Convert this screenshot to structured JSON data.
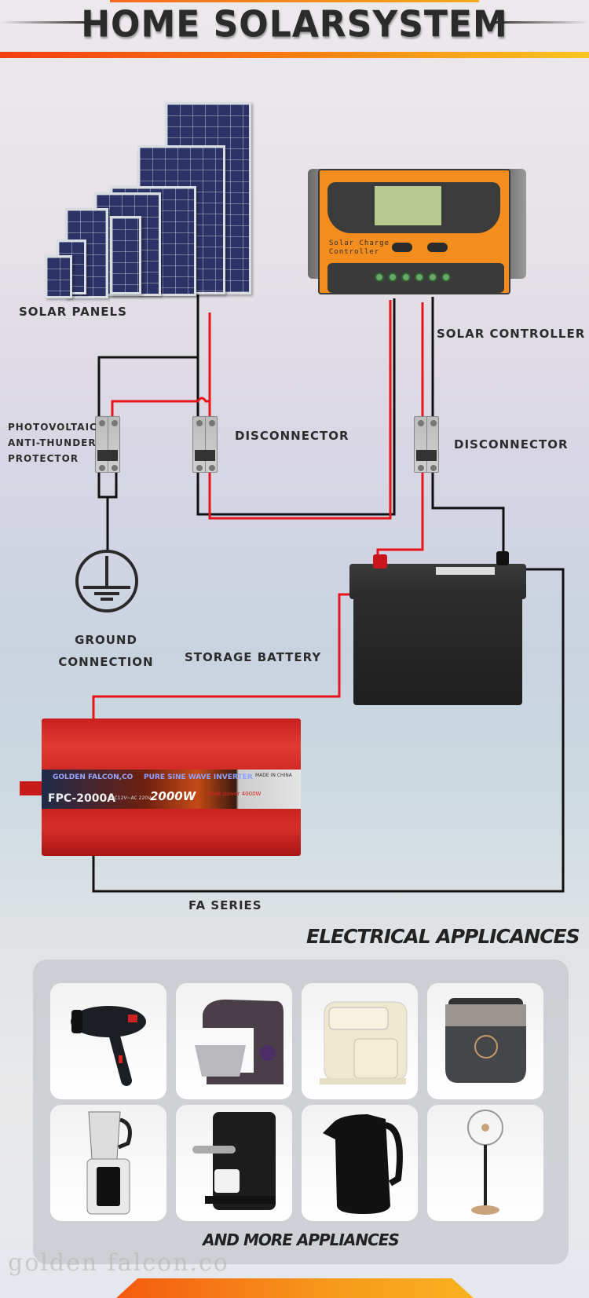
{
  "header": {
    "title": "HOME SOLARSYSTEM"
  },
  "diagram": {
    "labels": {
      "solar_panels": "SOLAR PANELS",
      "solar_controller": "SOLAR CONTROLLER",
      "protector": [
        "PHOTOVOLTAIC",
        "ANTI-THUNDER",
        "PROTECTOR"
      ],
      "disconnector_1": "DISCONNECTOR",
      "disconnector_2": "DISCONNECTOR",
      "ground": [
        "GROUND",
        "CONNECTION"
      ],
      "storage_battery": "STORAGE BATTERY",
      "inverter_series": "FA SERIES"
    },
    "controller": {
      "text_line1": "Solar Charge",
      "text_line2": "Controller"
    },
    "inverter": {
      "brand": "GOLDEN FALCON,CO",
      "type": "PURE SINE WAVE INVERTER",
      "model": "FPC-2000A",
      "spec": "DC12V~AC 220V",
      "power": "2000W",
      "made_in": "MADE IN CHINA",
      "peak": "Peak power 4000W"
    },
    "wire_colors": {
      "positive": "#e8141b",
      "negative": "#111111"
    }
  },
  "appliances": {
    "title": "ELECTRICAL APPLICANCES",
    "items": [
      {
        "name": "Hair Dryer",
        "icon": "hair-dryer-icon"
      },
      {
        "name": "Stand Mixer",
        "icon": "stand-mixer-icon"
      },
      {
        "name": "Water Dispenser",
        "icon": "water-dispenser-icon"
      },
      {
        "name": "Rice Cooker",
        "icon": "rice-cooker-icon"
      },
      {
        "name": "Blender",
        "icon": "blender-icon"
      },
      {
        "name": "Coffee Machine",
        "icon": "coffee-machine-icon"
      },
      {
        "name": "Electric Kettle",
        "icon": "kettle-icon"
      },
      {
        "name": "Standing Fan",
        "icon": "fan-icon"
      }
    ],
    "footer": "AND MORE APPLIANCES"
  },
  "watermark": "golden falcon.co",
  "colors": {
    "accent_orange": "#f77c12",
    "accent_red": "#f53e0c",
    "accent_yellow": "#f9c51f",
    "text_dark": "#2b2b2b"
  }
}
